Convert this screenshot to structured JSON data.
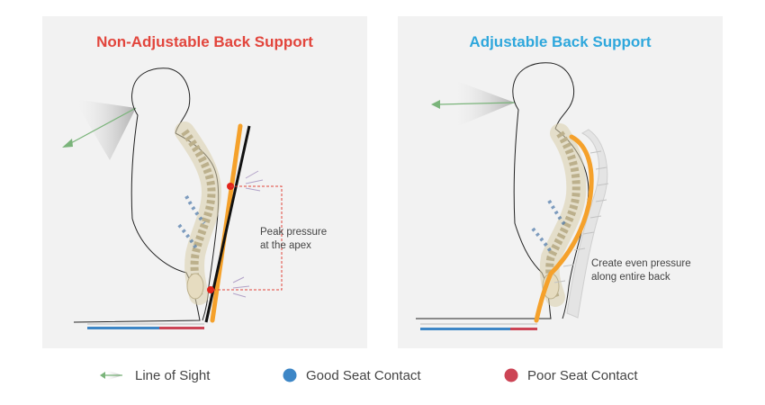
{
  "panels": {
    "left": {
      "title": "Non-Adjustable Back Support",
      "note_line1": "Peak pressure",
      "note_line2": "at the apex"
    },
    "right": {
      "title": "Adjustable Back Support",
      "note_line1": "Create even pressure",
      "note_line2": "along entire back"
    }
  },
  "legend": {
    "line_of_sight": "Line of Sight",
    "good_contact": "Good Seat Contact",
    "poor_contact": "Poor Seat Contact"
  },
  "colors": {
    "left_title": "#e2453c",
    "right_title": "#2ea7dc",
    "support_pad": "#f5a12b",
    "good_contact": "#3d86c6",
    "poor_contact": "#cc4455",
    "sight_arrow": "#7ab47a"
  }
}
